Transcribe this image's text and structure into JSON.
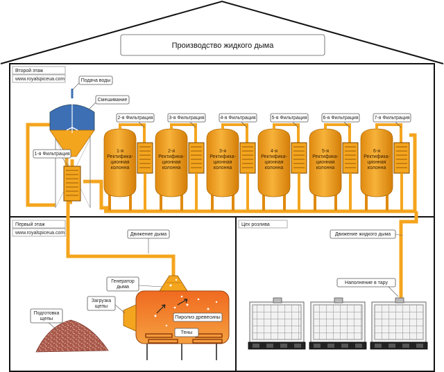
{
  "title": "Производство жидкого дыма",
  "floors": {
    "second": {
      "name": "Второй этаж",
      "url": "www.royalspiceua.com"
    },
    "first": {
      "name": "Первый этаж",
      "url": "www.royalspiceua.com"
    },
    "bottling": {
      "name": "Цех розлива"
    }
  },
  "labels": {
    "water": "Подача воды",
    "mixing": "Смешивание",
    "filter1": "1-я Фильтрация",
    "smoke_movement": "Движение дыма",
    "liquid_smoke_movement": "Движение жидкого дыма",
    "generator": [
      "Генератор",
      "дыма"
    ],
    "loading": [
      "Загрузка",
      "щепы"
    ],
    "preparation": [
      "Подготовка",
      "щепы"
    ],
    "pyrolysis": "Пиролиз древесины",
    "heaters": "Тены",
    "filling": "Наполнение в тару"
  },
  "columns": [
    {
      "filter": "2-я Фильтрация",
      "lines": [
        "1-я",
        "Ректифика-",
        "ционная",
        "колонна"
      ]
    },
    {
      "filter": "3-я Фильтрация",
      "lines": [
        "2-я",
        "Ректифика-",
        "ционная",
        "колонна"
      ]
    },
    {
      "filter": "4-я Фильтрация",
      "lines": [
        "3-я",
        "Ректифика-",
        "ционная",
        "колонна"
      ]
    },
    {
      "filter": "5-я Фильтрация",
      "lines": [
        "4-я",
        "Ректифика-",
        "ционная",
        "колонна"
      ]
    },
    {
      "filter": "6-я Фильтрация",
      "lines": [
        "5-я",
        "Ректифика-",
        "ционная",
        "колонна"
      ]
    },
    {
      "filter": "7-я Фильтрация",
      "lines": [
        "6-я",
        "Ректифика-",
        "ционная",
        "колонна"
      ]
    }
  ],
  "colors": {
    "orange": "#f4a51e",
    "orange_dark": "#d9850a",
    "tank_blue": "#3d6fb5",
    "heat_red": "#e84a1a"
  }
}
